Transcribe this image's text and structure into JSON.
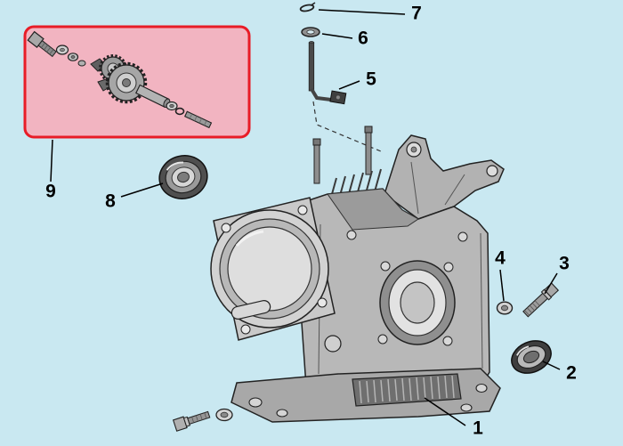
{
  "diagram": {
    "kind": "exploded-parts-diagram",
    "subject": "Engine crankcase / cylinder block assembly",
    "background_color": "#c9e8f1",
    "highlight": {
      "fill": "#f2b4c1",
      "border": "#e81c27"
    },
    "line_color": "#000000"
  },
  "callouts": [
    {
      "number": "1",
      "part": "crankcase-cylinder-block"
    },
    {
      "number": "2",
      "part": "oil-seal"
    },
    {
      "number": "3",
      "part": "bolt"
    },
    {
      "number": "4",
      "part": "sealing-washer"
    },
    {
      "number": "5",
      "part": "governor-arm-shaft"
    },
    {
      "number": "6",
      "part": "washer"
    },
    {
      "number": "7",
      "part": "cotter-pin-clip"
    },
    {
      "number": "8",
      "part": "oil-seal-bearing"
    },
    {
      "number": "9",
      "part": "governor-gear-assembly-highlighted"
    }
  ]
}
